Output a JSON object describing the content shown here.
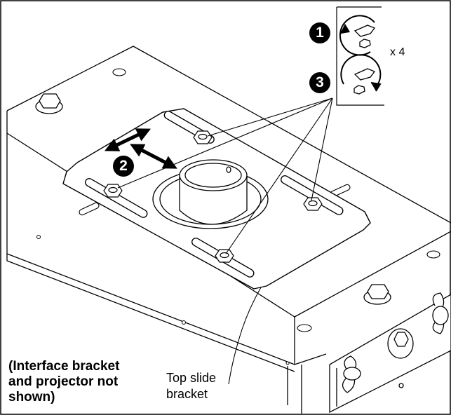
{
  "note": {
    "lines": [
      "(Interface bracket",
      "and projector not",
      "shown)"
    ]
  },
  "callout": {
    "lines": [
      "Top slide",
      "bracket"
    ]
  },
  "legend": {
    "count_label": "x 4"
  },
  "steps": {
    "loosen": "1",
    "slide": "2",
    "tighten": "3"
  },
  "icons": {
    "loosen": "wrench-counterclockwise-icon",
    "tighten": "wrench-clockwise-icon",
    "slide": "double-arrow-icon"
  }
}
